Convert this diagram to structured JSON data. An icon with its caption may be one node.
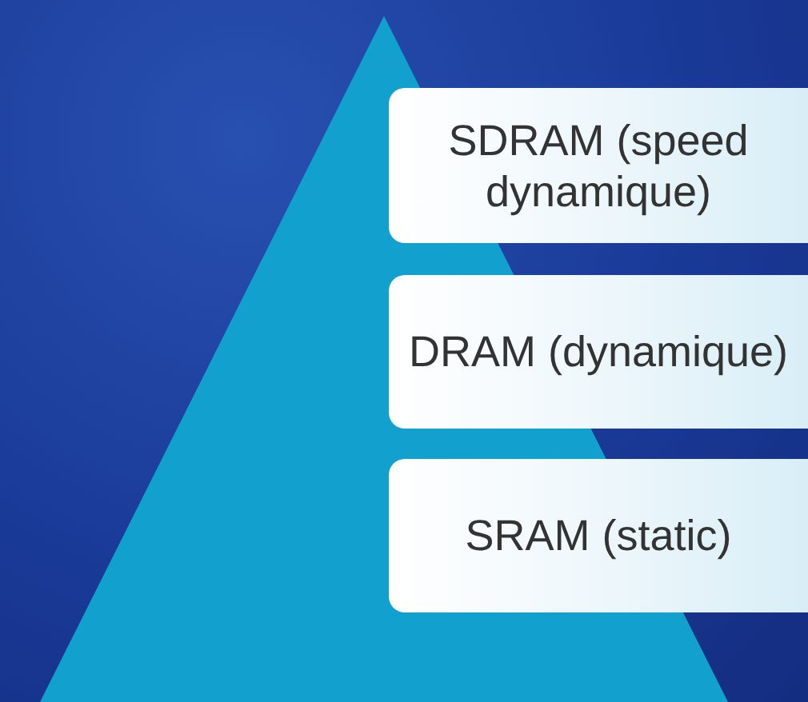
{
  "diagram": {
    "nodes": [
      {
        "text": [
          "SDRAM (speed dynamique)"
        ]
      },
      {
        "text": [
          "DRAM (dynamique)"
        ]
      },
      {
        "text": [
          "SRAM (static)"
        ]
      }
    ]
  }
}
